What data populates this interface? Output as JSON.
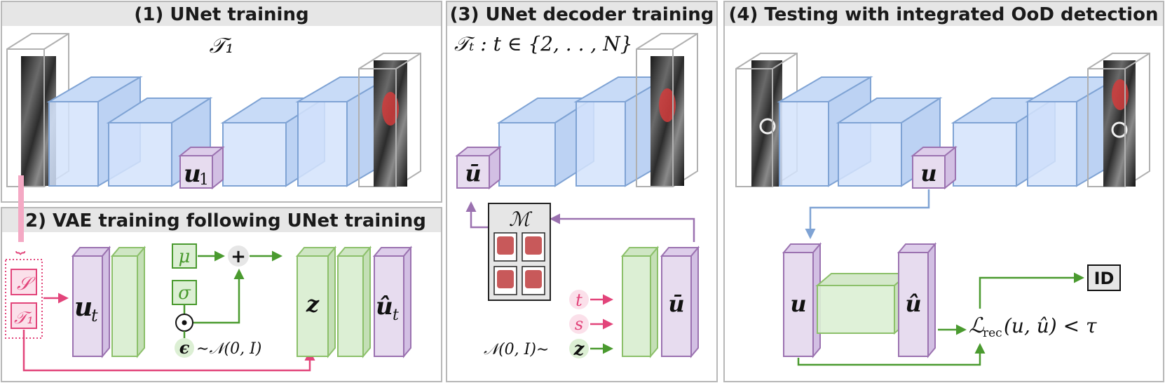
{
  "panels": {
    "p1": {
      "title": "(1) UNet training",
      "task_label": "𝒯₁",
      "feature": "u",
      "feature_sub": "1"
    },
    "p2": {
      "title": "(2) VAE training following UNet training",
      "input_s": "𝒮",
      "input_t": "𝒯₁",
      "enc_in": "u",
      "enc_in_sub": "t",
      "mu": "μ",
      "sigma": "σ",
      "plus": "+",
      "odot": "⊙",
      "eps": "ϵ",
      "eps_dist": "∼𝒩(0, I)",
      "latent": "z",
      "dec_out": "û",
      "dec_out_sub": "t"
    },
    "p3": {
      "title": "(3) UNet decoder training",
      "task_label": "𝒯ₜ : t ∈ {2, . . , N}",
      "feature_bar": "ū",
      "memory": "ℳ",
      "cond_t": "t",
      "cond_s": "s",
      "noise": "𝒩(0, I)∼",
      "noise_z": "z",
      "gen_out": "ū"
    },
    "p4": {
      "title": "(4) Testing with integrated OoD detection",
      "feature": "u",
      "enc_in": "u",
      "dec_out": "û",
      "loss": "ℒ",
      "loss_sub": "rec",
      "loss_args": "(u, û) < τ",
      "result": "ID"
    }
  },
  "colors": {
    "blue_fill": "#d4e3fb",
    "blue_stroke": "#7fa3d4",
    "purple_fill": "#e7dcef",
    "purple_stroke": "#9b72b0",
    "green_fill": "#dcefd4",
    "green_stroke": "#8cc06a",
    "green_arrow": "#4a9a2f",
    "pink": "#e2447a",
    "pink_light": "#fbe0ea",
    "title_bar": "#e6e6e6",
    "panel_border": "#b8b8b8"
  }
}
